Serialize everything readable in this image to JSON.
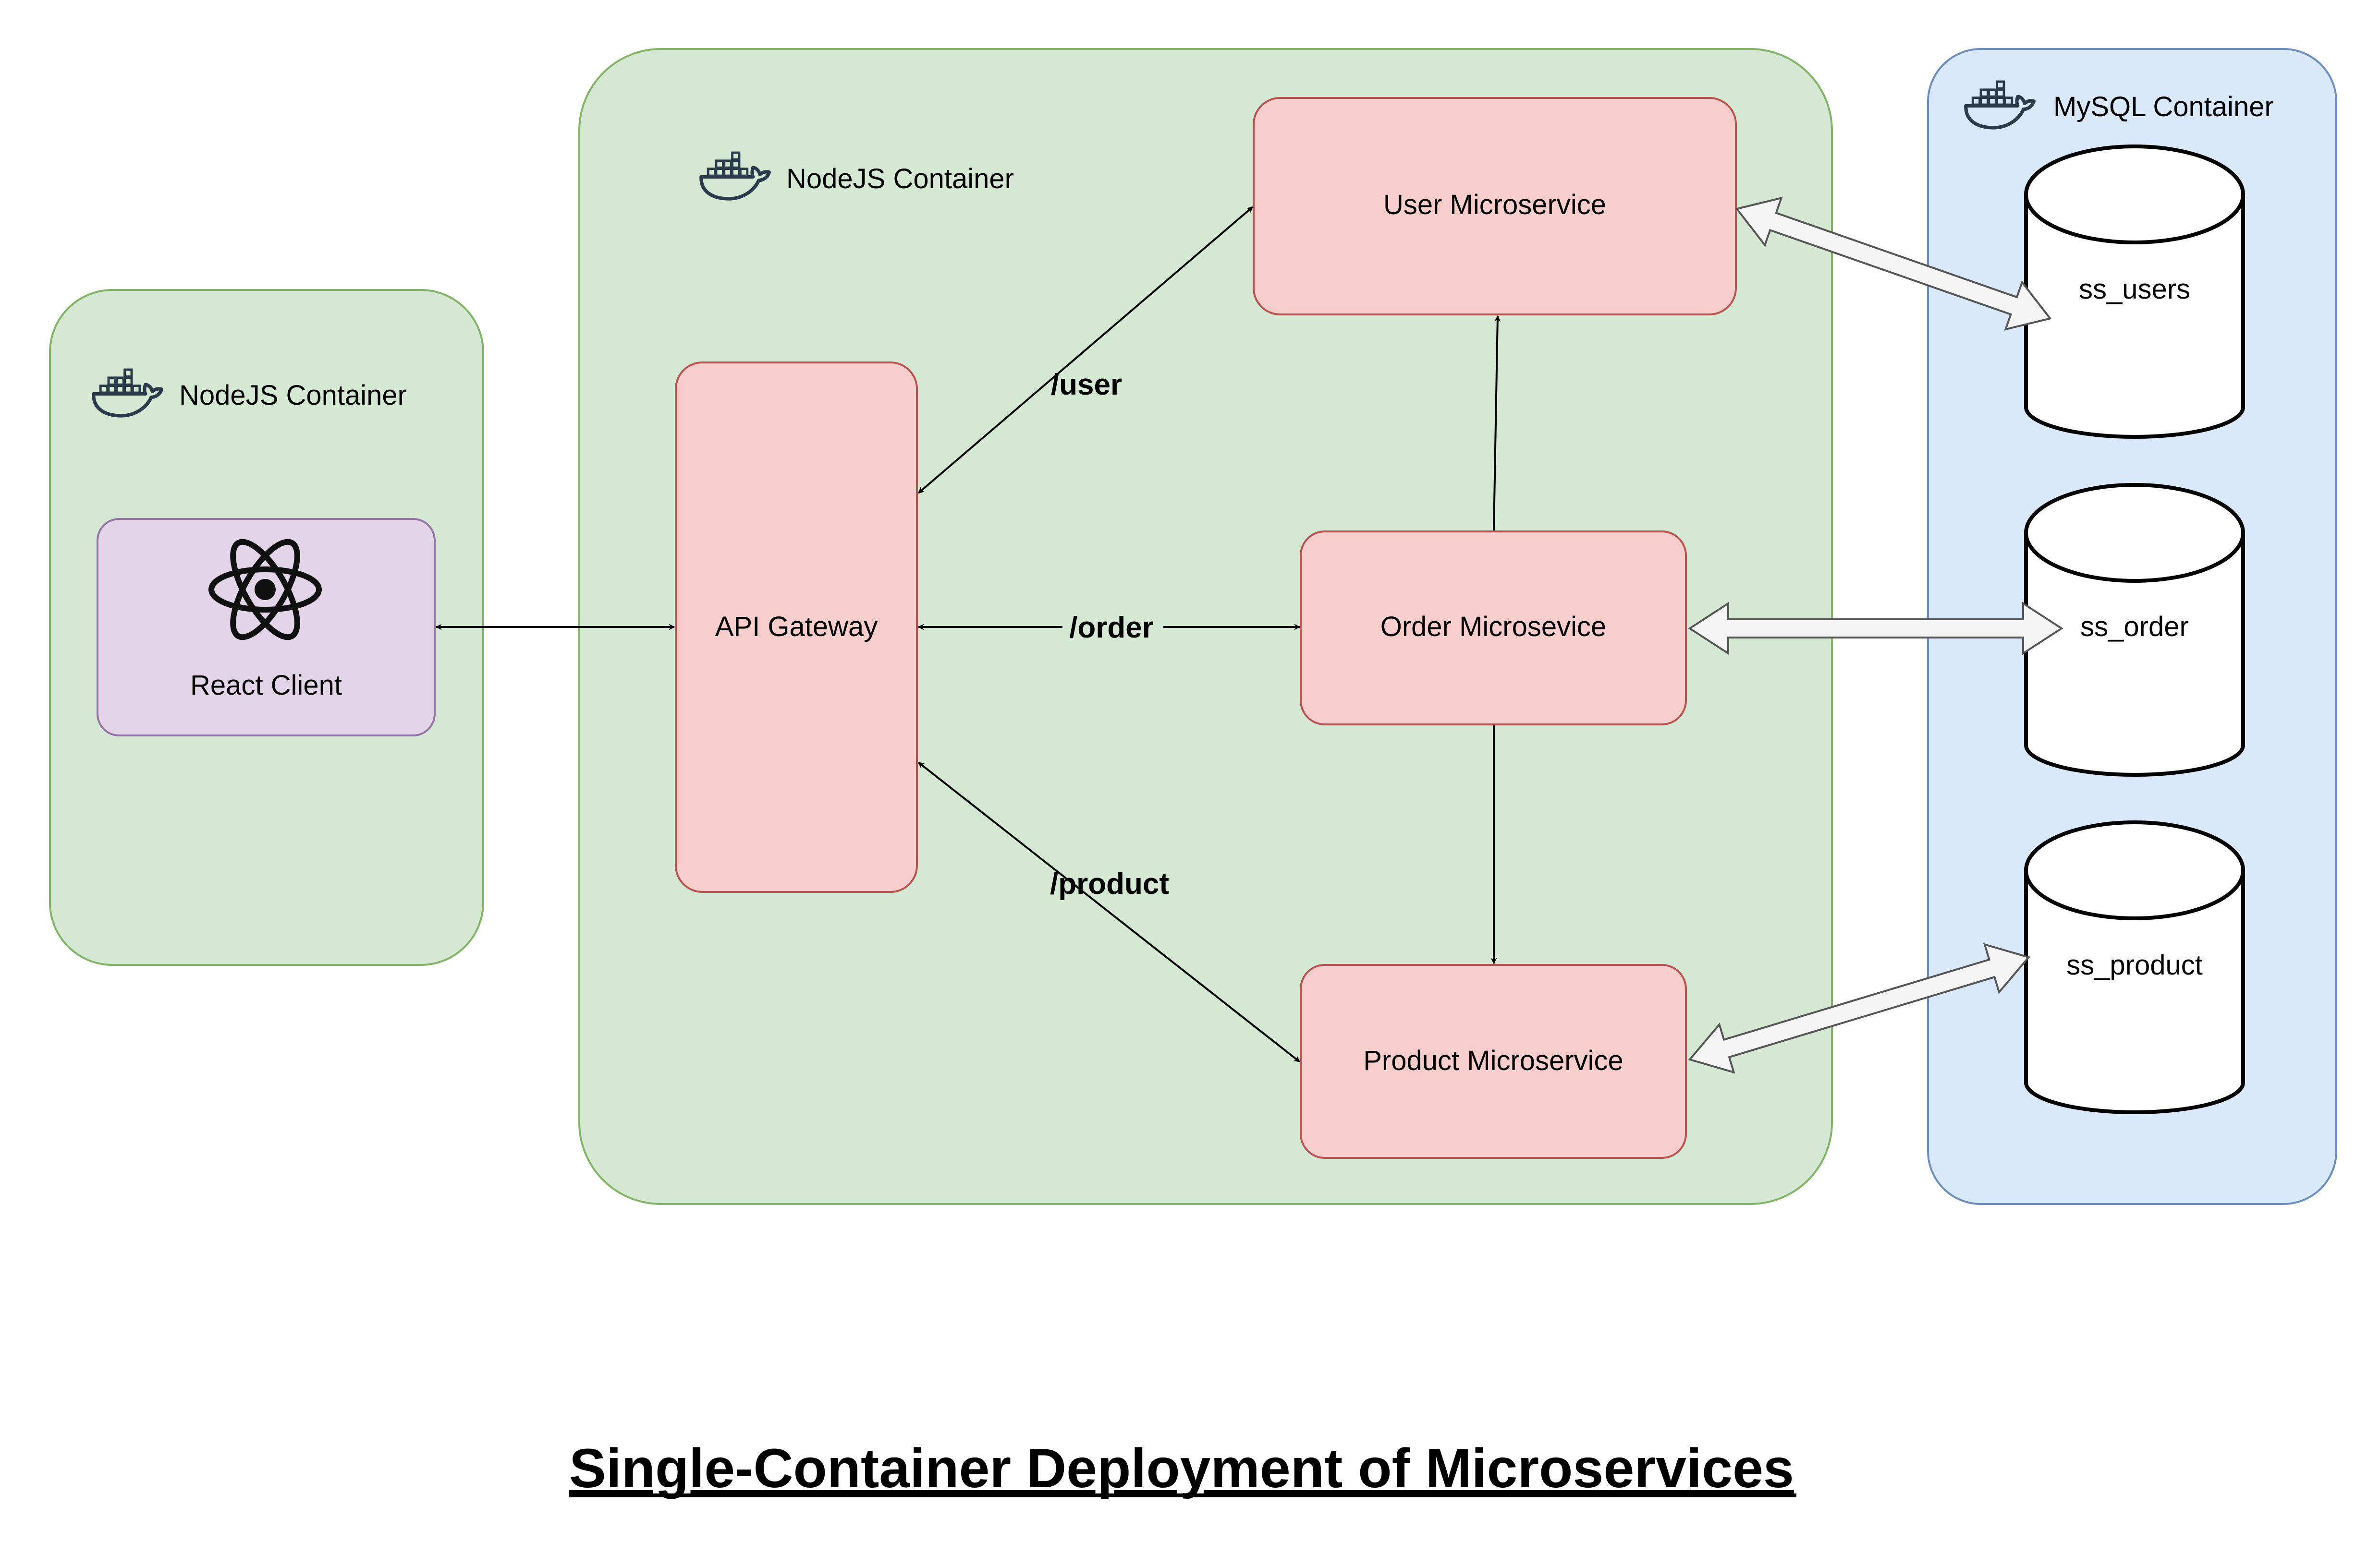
{
  "title": "Single-Container Deployment of Microservices",
  "colors": {
    "container_fill": "#d5e8d4",
    "container_stroke": "#82b366",
    "mysql_fill": "#dae8fc",
    "mysql_stroke": "#6c8ebf",
    "service_fill": "#f8cecc",
    "service_stroke": "#b85450",
    "client_fill": "#e1d5e7",
    "client_stroke": "#9673a6",
    "icon": "#2a3b4c"
  },
  "containers": {
    "client_container": {
      "label": "NodeJS Container",
      "icon": "docker-whale-icon"
    },
    "services_container": {
      "label": "NodeJS Container",
      "icon": "docker-whale-icon"
    },
    "mysql_container": {
      "label": "MySQL Container",
      "icon": "docker-whale-icon"
    }
  },
  "nodes": {
    "react_client": {
      "label": "React Client",
      "icon": "react-atom-icon"
    },
    "api_gateway": {
      "label": "API Gateway"
    },
    "user_service": {
      "label": "User Microservice"
    },
    "order_service": {
      "label": "Order Microsevice"
    },
    "product_service": {
      "label": "Product Microservice"
    }
  },
  "databases": {
    "users_db": {
      "label": "ss_users"
    },
    "order_db": {
      "label": "ss_order"
    },
    "product_db": {
      "label": "ss_product"
    }
  },
  "routes": {
    "user": "/user",
    "order": "/order",
    "product": "/product"
  }
}
